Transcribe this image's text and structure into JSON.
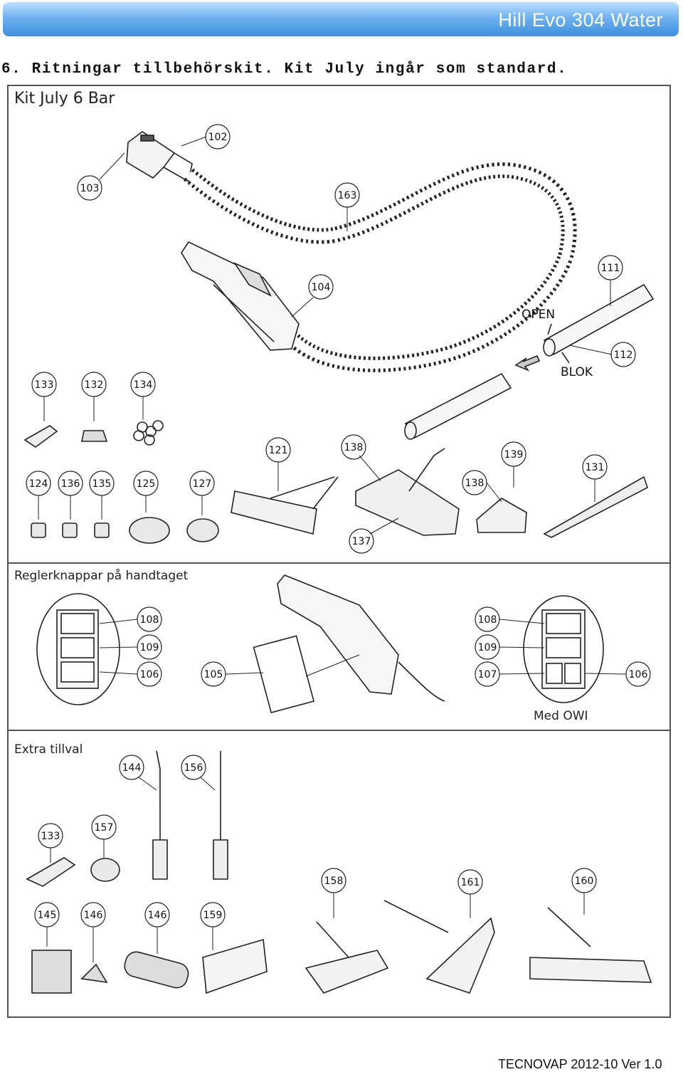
{
  "header": {
    "title": "Hill Evo 304 Water"
  },
  "section_heading": "6. Ritningar tillbehörskit. Kit July ingår som standard.",
  "panels": {
    "kit": {
      "title": "Kit July 6 Bar"
    },
    "controls": {
      "title": "Reglerknappar på handtaget",
      "owi_label": "Med OWI"
    },
    "extras": {
      "title": "Extra tillval"
    }
  },
  "directions": {
    "open": "OPEN",
    "blok": "BLOK"
  },
  "callouts": {
    "kit": [
      "102",
      "103",
      "163",
      "104",
      "111",
      "112",
      "133",
      "132",
      "134",
      "124",
      "136",
      "135",
      "125",
      "127",
      "121",
      "138",
      "137",
      "139",
      "138",
      "131"
    ],
    "controls_left": [
      "108",
      "109",
      "106",
      "105"
    ],
    "controls_right": [
      "108",
      "109",
      "107",
      "106"
    ],
    "extras": [
      "144",
      "156",
      "133",
      "157",
      "145",
      "146",
      "146",
      "159",
      "158",
      "161",
      "160"
    ]
  },
  "footer": {
    "version": "TECNOVAP 2012-10 Ver 1.0"
  }
}
